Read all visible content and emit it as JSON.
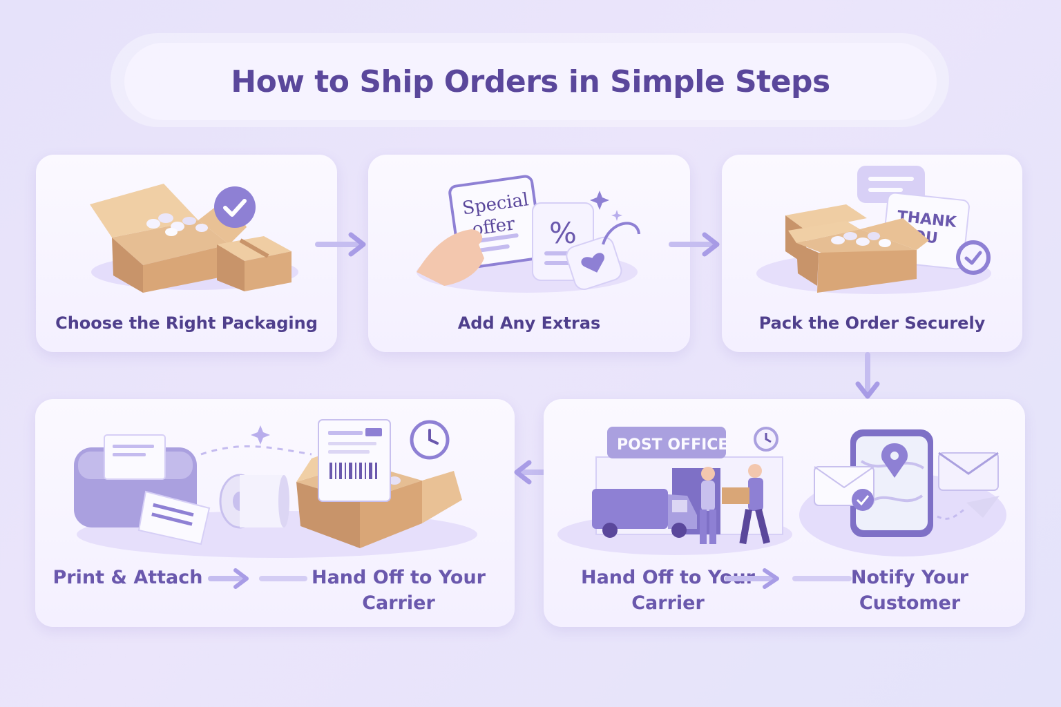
{
  "title": "How to Ship Orders in Simple Steps",
  "steps": [
    {
      "label": "Choose the Right Packaging"
    },
    {
      "label": "Add Any Extras"
    },
    {
      "label": "Pack the Order Securely"
    },
    {
      "label_a": "Print & Attach",
      "label_b": "Hand Off to Your Carrier"
    },
    {
      "label_a": "Hand Off to Your Carrier",
      "label_b": "Notify Your Customer"
    }
  ],
  "illustration_text": {
    "offer_card": "Special offer",
    "thank_you_card": "THANK YOU",
    "post_office_sign": "POST OFFICE",
    "discount_symbol": "%"
  },
  "colors": {
    "accent": "#5a479b",
    "arrow": "#a89ce6",
    "cardboard": "#d7a77a",
    "lavender": "#8e80d4"
  }
}
